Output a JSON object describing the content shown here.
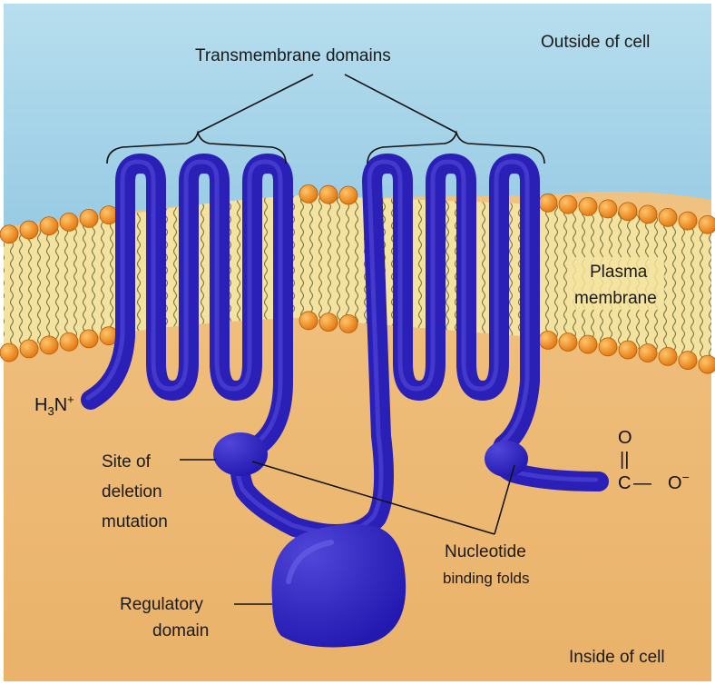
{
  "regions": {
    "outside_label": "Outside of cell",
    "inside_label": "Inside of cell",
    "membrane_label_line1": "Plasma",
    "membrane_label_line2": "membrane"
  },
  "callouts": {
    "transmembrane_label": "Transmembrane domains",
    "deletion_line1": "Site of",
    "deletion_line2": "deletion",
    "deletion_line3": "mutation",
    "nucleotide_line1": "Nucleotide",
    "nucleotide_line2": "binding folds",
    "regulatory_line1": "Regulatory",
    "regulatory_line2": "domain"
  },
  "termini": {
    "n_terminus_H": "H",
    "n_terminus_sub": "3",
    "n_terminus_N": "N",
    "n_terminus_sup": "+",
    "c_O_top": "O",
    "c_double_bond": "||",
    "c_C": "C",
    "c_dash": "—",
    "c_O": "O",
    "c_sup": "−"
  },
  "colors": {
    "outside": "#a9d6ea",
    "inside": "#efc17e",
    "membrane_core": "#f5e6a2",
    "lipid_head": "#f08a1c",
    "protein": "#2b1fb8",
    "protein_highlight": "#5b4ee0"
  }
}
